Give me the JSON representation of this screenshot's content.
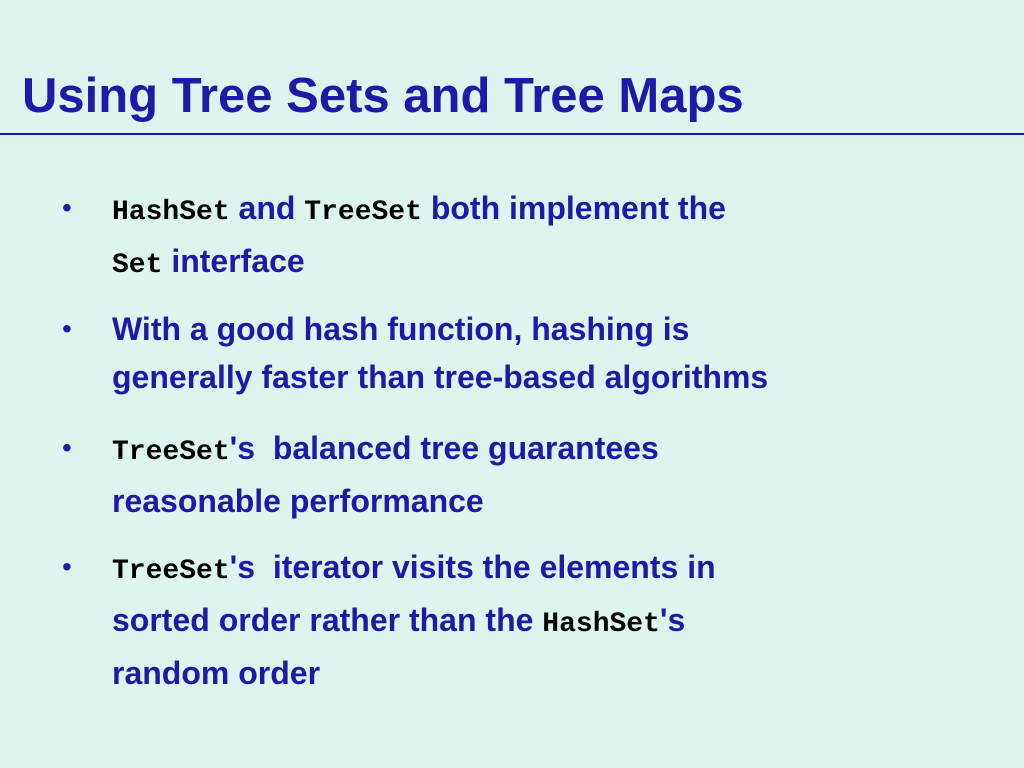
{
  "slide": {
    "title": "Using Tree Sets and Tree Maps",
    "bullets": [
      {
        "lines": [
          [
            {
              "text": "HashSet",
              "code": true
            },
            {
              "text": " and ",
              "code": false
            },
            {
              "text": "TreeSet",
              "code": true
            },
            {
              "text": " both implement the",
              "code": false
            }
          ],
          [
            {
              "text": "Set",
              "code": true
            },
            {
              "text": " interface",
              "code": false
            }
          ]
        ]
      },
      {
        "lines": [
          [
            {
              "text": "With a good hash function, hashing is",
              "code": false
            }
          ],
          [
            {
              "text": "generally faster than tree-based algorithms",
              "code": false
            }
          ]
        ]
      },
      {
        "lines": [
          [
            {
              "text": "TreeSet",
              "code": true
            },
            {
              "text": "'s  balanced tree guarantees",
              "code": false
            }
          ],
          [
            {
              "text": "reasonable performance",
              "code": false
            }
          ]
        ]
      },
      {
        "lines": [
          [
            {
              "text": "TreeSet",
              "code": true
            },
            {
              "text": "'s  iterator visits the elements in",
              "code": false
            }
          ],
          [
            {
              "text": "sorted order rather than the ",
              "code": false
            },
            {
              "text": "HashSet",
              "code": true
            },
            {
              "text": "'s",
              "code": false
            }
          ],
          [
            {
              "text": "random order",
              "code": false
            }
          ]
        ]
      }
    ],
    "bullet_symbol": "•",
    "colors": {
      "background": "#DDF5EF",
      "text": "#1B1BA8",
      "code": "#000000"
    }
  }
}
